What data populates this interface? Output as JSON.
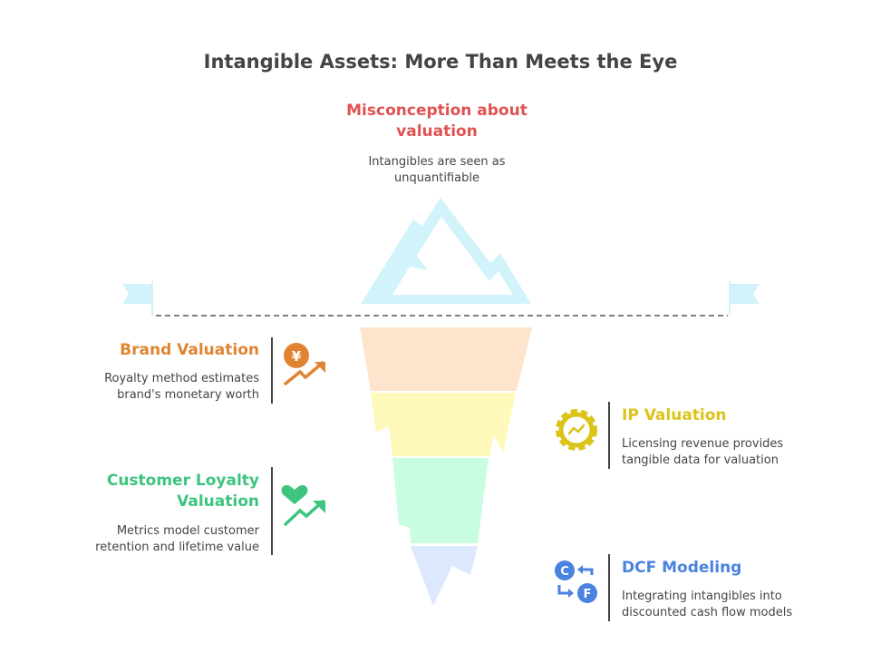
{
  "title": "Intangible Assets: More Than Meets the Eye",
  "top": {
    "heading": "Misconception about valuation",
    "text": "Intangibles are seen as unquantifiable",
    "color": "#e05252"
  },
  "items": [
    {
      "heading": "Brand Valuation",
      "text": "Royalty method estimates brand's monetary worth",
      "color": "#e08430",
      "icon": "yen-growth-icon"
    },
    {
      "heading": "IP Valuation",
      "text": "Licensing revenue provides tangible data for valuation",
      "color": "#dcc318",
      "icon": "gear-chart-icon"
    },
    {
      "heading": "Customer Loyalty Valuation",
      "text": "Metrics model customer retention and lifetime value",
      "color": "#3dc47e",
      "icon": "heart-growth-icon"
    },
    {
      "heading": "DCF Modeling",
      "text": "Integrating intangibles into discounted cash flow models",
      "color": "#4a82e0",
      "icon": "exchange-icon"
    }
  ]
}
